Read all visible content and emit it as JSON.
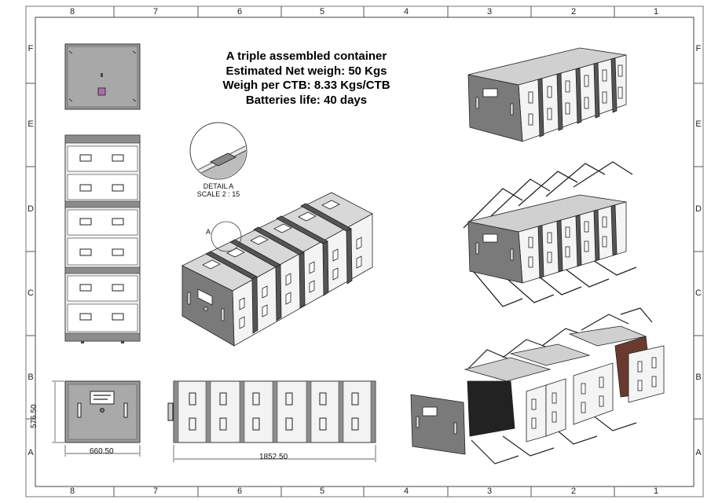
{
  "drawing": {
    "notes": [
      "A triple assembled container",
      "Estimated Net weigh: 50 Kgs",
      "Weigh per CTB: 8.33 Kgs/CTB",
      "Batteries life: 40 days"
    ],
    "detail_label": "DETAIL A",
    "detail_scale": "SCALE 2 : 15",
    "detail_callout": "A",
    "dimensions": {
      "height": "576.50",
      "width": "660.50",
      "length": "1852.50"
    },
    "zones": {
      "columns": [
        "8",
        "7",
        "6",
        "5",
        "4",
        "3",
        "2",
        "1"
      ],
      "rows": [
        "F",
        "E",
        "D",
        "C",
        "B",
        "A"
      ]
    }
  }
}
